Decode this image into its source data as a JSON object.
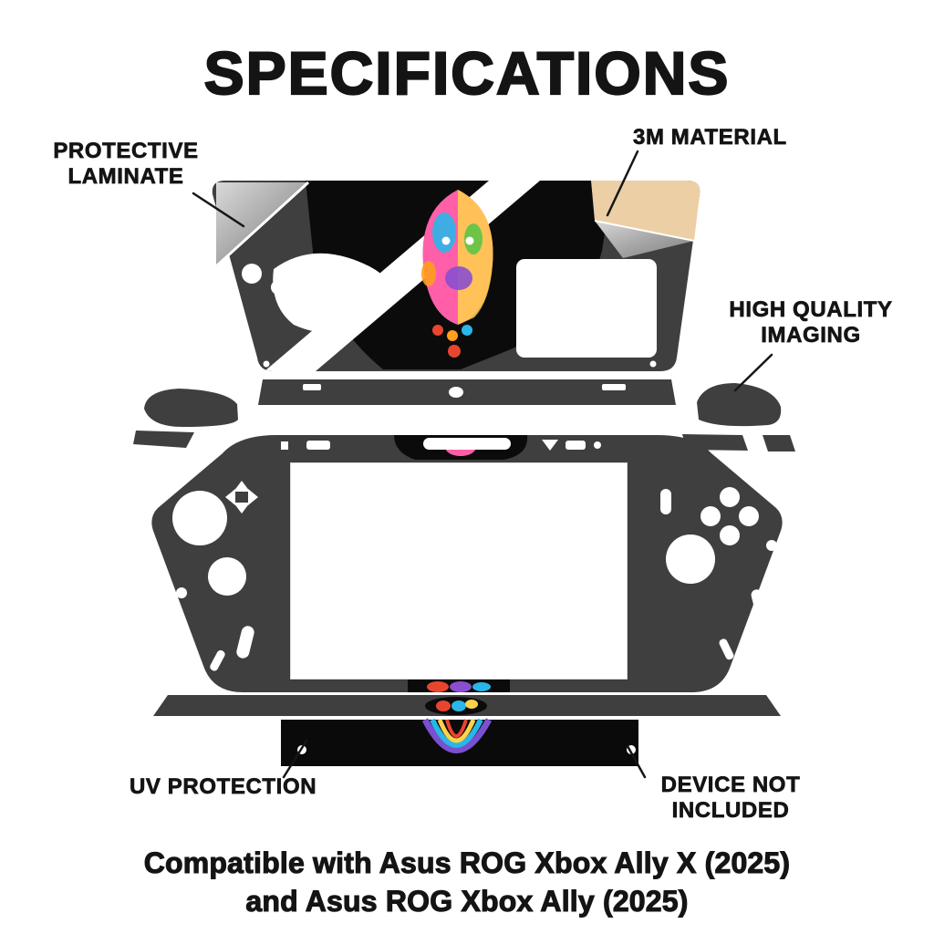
{
  "title": "SPECIFICATIONS",
  "callouts": {
    "protective_laminate": "PROTECTIVE\nLAMINATE",
    "material_3m": "3M MATERIAL",
    "high_quality_imaging": "HIGH QUALITY\nIMAGING",
    "uv_protection": "UV PROTECTION",
    "device_not_included": "DEVICE NOT\nINCLUDED"
  },
  "footer": {
    "compatibility": "Compatible with Asus ROG Xbox Ally X (2025)\nand Asus ROG Xbox Ally (2025)"
  },
  "product": {
    "description": "Vinyl skin pieces for handheld gaming console with pop-art character print"
  },
  "colors": {
    "background": "#ffffff",
    "text": "#141414",
    "skin_gray": "#3f3f3f",
    "art_black": "#0b0b0b",
    "laminate_silver": "#a8a8a8",
    "backing_tan": "#eccfa5",
    "accent_pink": "#ff5fa8",
    "accent_yellow": "#ffd24a",
    "accent_cyan": "#29b6e8",
    "accent_green": "#53c445",
    "accent_purple": "#8a4fd0",
    "accent_red": "#e8452f",
    "accent_orange": "#ff9f1c"
  }
}
